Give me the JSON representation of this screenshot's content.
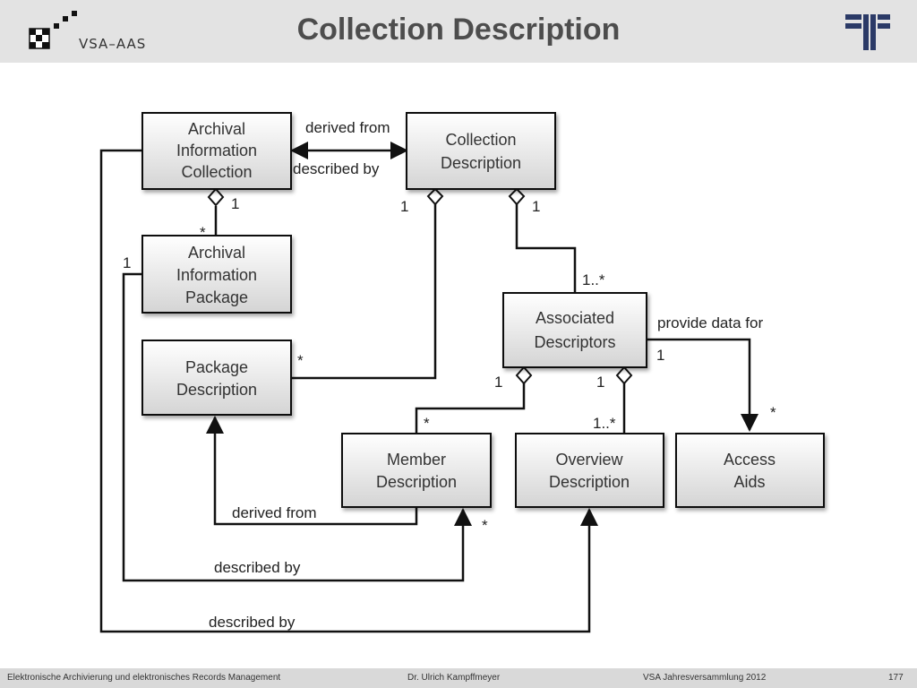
{
  "header": {
    "title": "Collection Description",
    "logo_text": "VSA–AAS"
  },
  "diagram": {
    "boxes": {
      "aic": [
        "Archival",
        "Information",
        "Collection"
      ],
      "cd": [
        "Collection",
        "Description"
      ],
      "aip": [
        "Archival",
        "Information",
        "Package"
      ],
      "pd": [
        "Package",
        "Description"
      ],
      "ad": [
        "Associated",
        "Descriptors"
      ],
      "md": [
        "Member",
        "Description"
      ],
      "od": [
        "Overview",
        "Description"
      ],
      "aa": [
        "Access",
        "Aids"
      ]
    },
    "labels": {
      "derived_from_top": "derived from",
      "described_by_top": "described by",
      "provide_data_for": "provide data for",
      "derived_from_bottom": "derived from",
      "described_by_mid": "described by",
      "described_by_bottom": "described by"
    },
    "multiplicities": {
      "aic_one": "1",
      "aip_star": "*",
      "aip_left_one": "1",
      "cd_left_one": "1",
      "cd_right_one": "1",
      "ad_one_many": "1..*",
      "pd_star": "*",
      "ad_right_one": "1",
      "aa_star": "*",
      "ad_bl_one": "1",
      "ad_br_one": "1",
      "md_star": "*",
      "od_one_many": "1..*",
      "md_bottom_star": "*"
    }
  },
  "footer": {
    "left": "Elektronische Archivierung und elektronisches Records Management",
    "center": "Dr. Ulrich Kampffmeyer",
    "right": "VSA Jahresversammlung 2012",
    "page": "177"
  }
}
